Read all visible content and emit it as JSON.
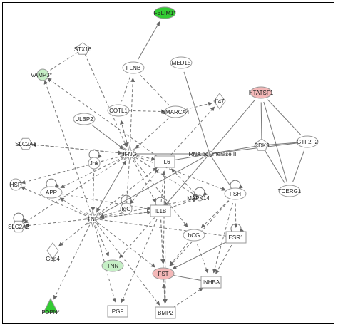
{
  "colors": {
    "edge": "#777777",
    "node_border": "#999999",
    "node_fill": "#ffffff",
    "up": "#f4b8b8",
    "down_strong": "#33cc33",
    "down_light": "#c6efc6"
  },
  "nodes": [
    {
      "id": "FBLIM1",
      "label": "FBLIM1*",
      "shape": "ellipse",
      "fill": "down_strong"
    },
    {
      "id": "STX16",
      "label": "STX16",
      "shape": "pentagon",
      "fill": "none"
    },
    {
      "id": "FLNB",
      "label": "FLNB",
      "shape": "ellipse",
      "fill": "none"
    },
    {
      "id": "MED15",
      "label": "MED15",
      "shape": "ellipse",
      "fill": "none"
    },
    {
      "id": "VAMP3",
      "label": "VAMP3*",
      "shape": "circle",
      "fill": "down_light"
    },
    {
      "id": "HTATSF1",
      "label": "HTATSF1",
      "shape": "ellipse",
      "fill": "up"
    },
    {
      "id": "ff47",
      "label": "ff47",
      "shape": "diamond",
      "fill": "none"
    },
    {
      "id": "COTL1",
      "label": "COTL1",
      "shape": "ellipse",
      "fill": "none"
    },
    {
      "id": "SMARCA4",
      "label": "SMARCA4",
      "shape": "ellipse",
      "fill": "none"
    },
    {
      "id": "ULBP2",
      "label": "ULBP2",
      "shape": "ellipse",
      "fill": "none"
    },
    {
      "id": "GTF2F2",
      "label": "GTF2F2",
      "shape": "ellipse",
      "fill": "none"
    },
    {
      "id": "SLC2A1",
      "label": "SLC2A1",
      "shape": "hexagon",
      "fill": "none"
    },
    {
      "id": "IFNG",
      "label": "IFNG",
      "shape": "star",
      "fill": "none"
    },
    {
      "id": "RNAPOL",
      "label": "RNA polymerase II",
      "shape": "small",
      "fill": "none"
    },
    {
      "id": "CDK9",
      "label": "CDK9",
      "shape": "pentagon",
      "fill": "none"
    },
    {
      "id": "Jnk",
      "label": "Jnk",
      "shape": "circle",
      "fill": "none"
    },
    {
      "id": "IL6",
      "label": "IL6",
      "shape": "rect",
      "fill": "none"
    },
    {
      "id": "HSP",
      "label": "HSP",
      "shape": "circle",
      "fill": "none"
    },
    {
      "id": "APP",
      "label": "APP",
      "shape": "ellipse",
      "fill": "none"
    },
    {
      "id": "TCERG1",
      "label": "TCERG1",
      "shape": "ellipse",
      "fill": "none"
    },
    {
      "id": "MAPK14",
      "label": "MAPK14",
      "shape": "small",
      "fill": "none"
    },
    {
      "id": "FSH",
      "label": "FSH",
      "shape": "ellipse",
      "fill": "none"
    },
    {
      "id": "IgG",
      "label": "IgG",
      "shape": "circle",
      "fill": "none"
    },
    {
      "id": "IL1B",
      "label": "IL1B",
      "shape": "rect",
      "fill": "none"
    },
    {
      "id": "SLC2A2",
      "label": "SLC2A2",
      "shape": "hexagon",
      "fill": "none"
    },
    {
      "id": "TNF",
      "label": "TNF",
      "shape": "star",
      "fill": "none"
    },
    {
      "id": "ESR1",
      "label": "ESR1",
      "shape": "rect",
      "fill": "none"
    },
    {
      "id": "hCG",
      "label": "hCG",
      "shape": "ellipse",
      "fill": "none"
    },
    {
      "id": "Gbp4",
      "label": "Gbp4",
      "shape": "diamond",
      "fill": "none"
    },
    {
      "id": "TNN",
      "label": "TNN",
      "shape": "ellipse",
      "fill": "down_light"
    },
    {
      "id": "FST",
      "label": "FST",
      "shape": "ellipse",
      "fill": "up"
    },
    {
      "id": "INHBA",
      "label": "INHBA",
      "shape": "rect",
      "fill": "none"
    },
    {
      "id": "PDPN",
      "label": "PDPN*",
      "shape": "triangle",
      "fill": "down_strong"
    },
    {
      "id": "PGF",
      "label": "PGF",
      "shape": "rect",
      "fill": "none"
    },
    {
      "id": "BMP2",
      "label": "BMP2",
      "shape": "rect",
      "fill": "none"
    }
  ],
  "edges": [
    {
      "from": "STX16",
      "to": "VAMP3",
      "style": "dashed",
      "arrow": false
    },
    {
      "from": "FLNB",
      "to": "FBLIM1",
      "style": "solid",
      "arrow": true
    },
    {
      "from": "STX16",
      "to": "IFNG",
      "style": "dashed",
      "arrow": true
    },
    {
      "from": "FLNB",
      "to": "COTL1",
      "style": "dashed",
      "arrow": false
    },
    {
      "from": "FLNB",
      "to": "SMARCA4",
      "style": "dashed",
      "arrow": false
    },
    {
      "from": "MED15",
      "to": "RNAPOL",
      "style": "solid",
      "arrow": false
    },
    {
      "from": "COTL1",
      "to": "IFNG",
      "style": "dashed",
      "arrow": true
    },
    {
      "from": "SMARCA4",
      "to": "IFNG",
      "style": "dashed",
      "arrow": true
    },
    {
      "from": "SMARCA4",
      "to": "ff47",
      "style": "dashed",
      "arrow": true
    },
    {
      "from": "COTL1",
      "to": "SMARCA4",
      "style": "dashed",
      "arrow": true
    },
    {
      "from": "ULBP2",
      "to": "IFNG",
      "style": "dashed",
      "arrow": true
    },
    {
      "from": "HTATSF1",
      "to": "RNAPOL",
      "style": "solid",
      "arrow": false
    },
    {
      "from": "HTATSF1",
      "to": "CDK9",
      "style": "solid",
      "arrow": false
    },
    {
      "from": "HTATSF1",
      "to": "GTF2F2",
      "style": "solid",
      "arrow": false
    },
    {
      "from": "HTATSF1",
      "to": "TCERG1",
      "style": "solid",
      "arrow": false
    },
    {
      "from": "GTF2F2",
      "to": "RNAPOL",
      "style": "solid",
      "arrow": false
    },
    {
      "from": "CDK9",
      "to": "GTF2F2",
      "style": "solid",
      "arrow": false
    },
    {
      "from": "CDK9",
      "to": "TCERG1",
      "style": "solid",
      "arrow": false
    },
    {
      "from": "TCERG1",
      "to": "GTF2F2",
      "style": "solid",
      "arrow": false
    },
    {
      "from": "CDK9",
      "to": "RNAPOL",
      "style": "solid",
      "arrow": false
    },
    {
      "from": "RNAPOL",
      "to": "TNF",
      "style": "solid",
      "arrow": false
    },
    {
      "from": "RNAPOL",
      "to": "IL6",
      "style": "solid",
      "arrow": false
    },
    {
      "from": "RNAPOL",
      "to": "IFNG",
      "style": "solid",
      "arrow": false
    },
    {
      "from": "RNAPOL",
      "to": "FSH",
      "style": "solid",
      "arrow": false
    },
    {
      "from": "RNAPOL",
      "to": "IL1B",
      "style": "solid",
      "arrow": false
    },
    {
      "from": "SLC2A1",
      "to": "IFNG",
      "style": "dashed",
      "arrow": true
    },
    {
      "from": "IFNG",
      "to": "SLC2A1",
      "style": "dashed",
      "arrow": true
    },
    {
      "from": "IFNG",
      "to": "APP",
      "style": "dashed",
      "arrow": true
    },
    {
      "from": "IFNG",
      "to": "TNF",
      "style": "dashed",
      "arrow": true
    },
    {
      "from": "IFNG",
      "to": "IL6",
      "style": "dashed",
      "arrow": true
    },
    {
      "from": "IFNG",
      "to": "IL1B",
      "style": "dashed",
      "arrow": true
    },
    {
      "from": "IFNG",
      "to": "HSP",
      "style": "dashed",
      "arrow": true
    },
    {
      "from": "IFNG",
      "to": "Jnk",
      "style": "dashed",
      "arrow": false
    },
    {
      "from": "IFNG",
      "to": "MAPK14",
      "style": "dashed",
      "arrow": true
    },
    {
      "from": "IFNG",
      "to": "SLC2A2",
      "style": "dashed",
      "arrow": true
    },
    {
      "from": "TNF",
      "to": "IFNG",
      "style": "dashed",
      "arrow": true
    },
    {
      "from": "TNF",
      "to": "SLC2A2",
      "style": "dashed",
      "arrow": true
    },
    {
      "from": "TNF",
      "to": "APP",
      "style": "dashed",
      "arrow": true
    },
    {
      "from": "TNF",
      "to": "IL6",
      "style": "dashed",
      "arrow": true
    },
    {
      "from": "TNF",
      "to": "IL1B",
      "style": "dashed",
      "arrow": true
    },
    {
      "from": "TNF",
      "to": "Gbp4",
      "style": "dashed",
      "arrow": true
    },
    {
      "from": "TNF",
      "to": "PDPN",
      "style": "dashed",
      "arrow": true
    },
    {
      "from": "TNF",
      "to": "TNN",
      "style": "dashed",
      "arrow": true
    },
    {
      "from": "TNF",
      "to": "FST",
      "style": "dashed",
      "arrow": true
    },
    {
      "from": "TNF",
      "to": "PGF",
      "style": "dashed",
      "arrow": true
    },
    {
      "from": "TNF",
      "to": "BMP2",
      "style": "dashed",
      "arrow": true
    },
    {
      "from": "TNF",
      "to": "HSP",
      "style": "dashed",
      "arrow": true
    },
    {
      "from": "TNF",
      "to": "MAPK14",
      "style": "dashed",
      "arrow": true
    },
    {
      "from": "TNF",
      "to": "ESR1",
      "style": "dashed",
      "arrow": false
    },
    {
      "from": "Jnk",
      "to": "TNF",
      "style": "dashed",
      "arrow": true
    },
    {
      "from": "APP",
      "to": "IL1B",
      "style": "dashed",
      "arrow": true
    },
    {
      "from": "IgG",
      "to": "TNF",
      "style": "dashed",
      "arrow": true
    },
    {
      "from": "IgG",
      "to": "IL6",
      "style": "dashed",
      "arrow": true
    },
    {
      "from": "IL1B",
      "to": "IL6",
      "style": "dashed",
      "arrow": true
    },
    {
      "from": "IL1B",
      "to": "TNF",
      "style": "dashed",
      "arrow": true
    },
    {
      "from": "IL1B",
      "to": "FST",
      "style": "dashed",
      "arrow": true
    },
    {
      "from": "IL1B",
      "to": "BMP2",
      "style": "dashed",
      "arrow": true
    },
    {
      "from": "IL1B",
      "to": "PGF",
      "style": "dashed",
      "arrow": true
    },
    {
      "from": "IL1B",
      "to": "MAPK14",
      "style": "dashed",
      "arrow": true
    },
    {
      "from": "IL1B",
      "to": "TNN",
      "style": "dashed",
      "arrow": true
    },
    {
      "from": "IL6",
      "to": "BMP2",
      "style": "dashed",
      "arrow": true
    },
    {
      "from": "IL6",
      "to": "FST",
      "style": "dashed",
      "arrow": true
    },
    {
      "from": "MAPK14",
      "to": "IL6",
      "style": "dashed",
      "arrow": true
    },
    {
      "from": "FSH",
      "to": "INHBA",
      "style": "dashed",
      "arrow": true
    },
    {
      "from": "FSH",
      "to": "hCG",
      "style": "dashed",
      "arrow": true
    },
    {
      "from": "FSH",
      "to": "ESR1",
      "style": "dashed",
      "arrow": true
    },
    {
      "from": "FSH",
      "to": "FST",
      "style": "dashed",
      "arrow": true
    },
    {
      "from": "hCG",
      "to": "FST",
      "style": "dashed",
      "arrow": true
    },
    {
      "from": "hCG",
      "to": "INHBA",
      "style": "dashed",
      "arrow": true
    },
    {
      "from": "ESR1",
      "to": "FST",
      "style": "solid",
      "arrow": true
    },
    {
      "from": "ESR1",
      "to": "INHBA",
      "style": "dashed",
      "arrow": true
    },
    {
      "from": "FST",
      "to": "INHBA",
      "style": "solid",
      "arrow": false
    },
    {
      "from": "BMP2",
      "to": "FST",
      "style": "dashed",
      "arrow": true
    },
    {
      "from": "BMP2",
      "to": "INHBA",
      "style": "dashed",
      "arrow": true
    },
    {
      "from": "IFNG",
      "to": "ULBP2",
      "style": "dashed",
      "arrow": false
    },
    {
      "from": "IFNG",
      "to": "COTL1",
      "style": "dashed",
      "arrow": true
    },
    {
      "from": "IFNG",
      "to": "FLNB",
      "style": "dashed",
      "arrow": true
    },
    {
      "from": "IFNG",
      "to": "FSH",
      "style": "dashed",
      "arrow": true
    },
    {
      "from": "IFNG",
      "to": "hCG",
      "style": "dashed",
      "arrow": true
    },
    {
      "from": "IL6",
      "to": "VAMP3",
      "style": "dashed",
      "arrow": true
    },
    {
      "from": "TNF",
      "to": "VAMP3",
      "style": "dashed",
      "arrow": true
    },
    {
      "from": "IFNG",
      "to": "IgG",
      "style": "dashed",
      "arrow": false
    },
    {
      "from": "IL6",
      "to": "ff47",
      "style": "dashed",
      "arrow": true
    }
  ],
  "self_loops": [
    "IL1B",
    "FSH",
    "MAPK14",
    "APP",
    "Jnk",
    "ESR1",
    "IgG",
    "SLC2A2"
  ]
}
